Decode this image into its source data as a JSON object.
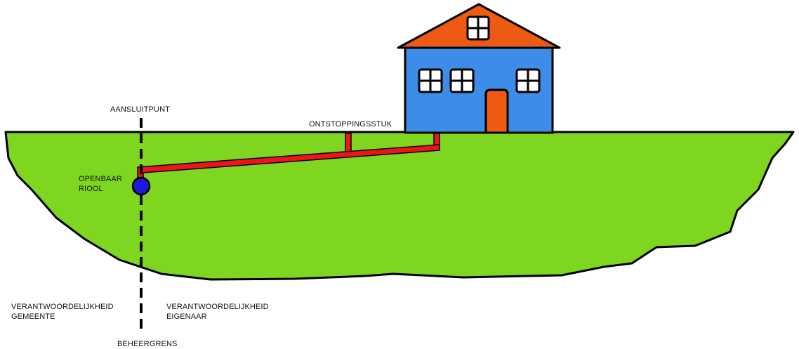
{
  "labels": {
    "aansluitpunt": "AANSLUITPUNT",
    "ontstoppingsstuk": "ONTSTOPPINGSSTUK",
    "openbaar_riool_line1": "OPENBAAR",
    "openbaar_riool_line2": "RIOOL",
    "verantwoordelijkheid_gemeente_line1": "VERANTWOORDELIJKHEID",
    "verantwoordelijkheid_gemeente_line2": "GEMEENTE",
    "verantwoordelijkheid_eigenaar_line1": "VERANTWOORDELIJKHEID",
    "verantwoordelijkheid_eigenaar_line2": "EIGENAAR",
    "beheergrens": "BEHEERGRENS"
  },
  "colors": {
    "ground": "#7ed620",
    "house_wall": "#3d8ce8",
    "roof": "#ee5a14",
    "door": "#ee5a14",
    "sewer_pipe": "#f01414",
    "public_sewer": "#1a1ad8",
    "outline": "#000000"
  }
}
